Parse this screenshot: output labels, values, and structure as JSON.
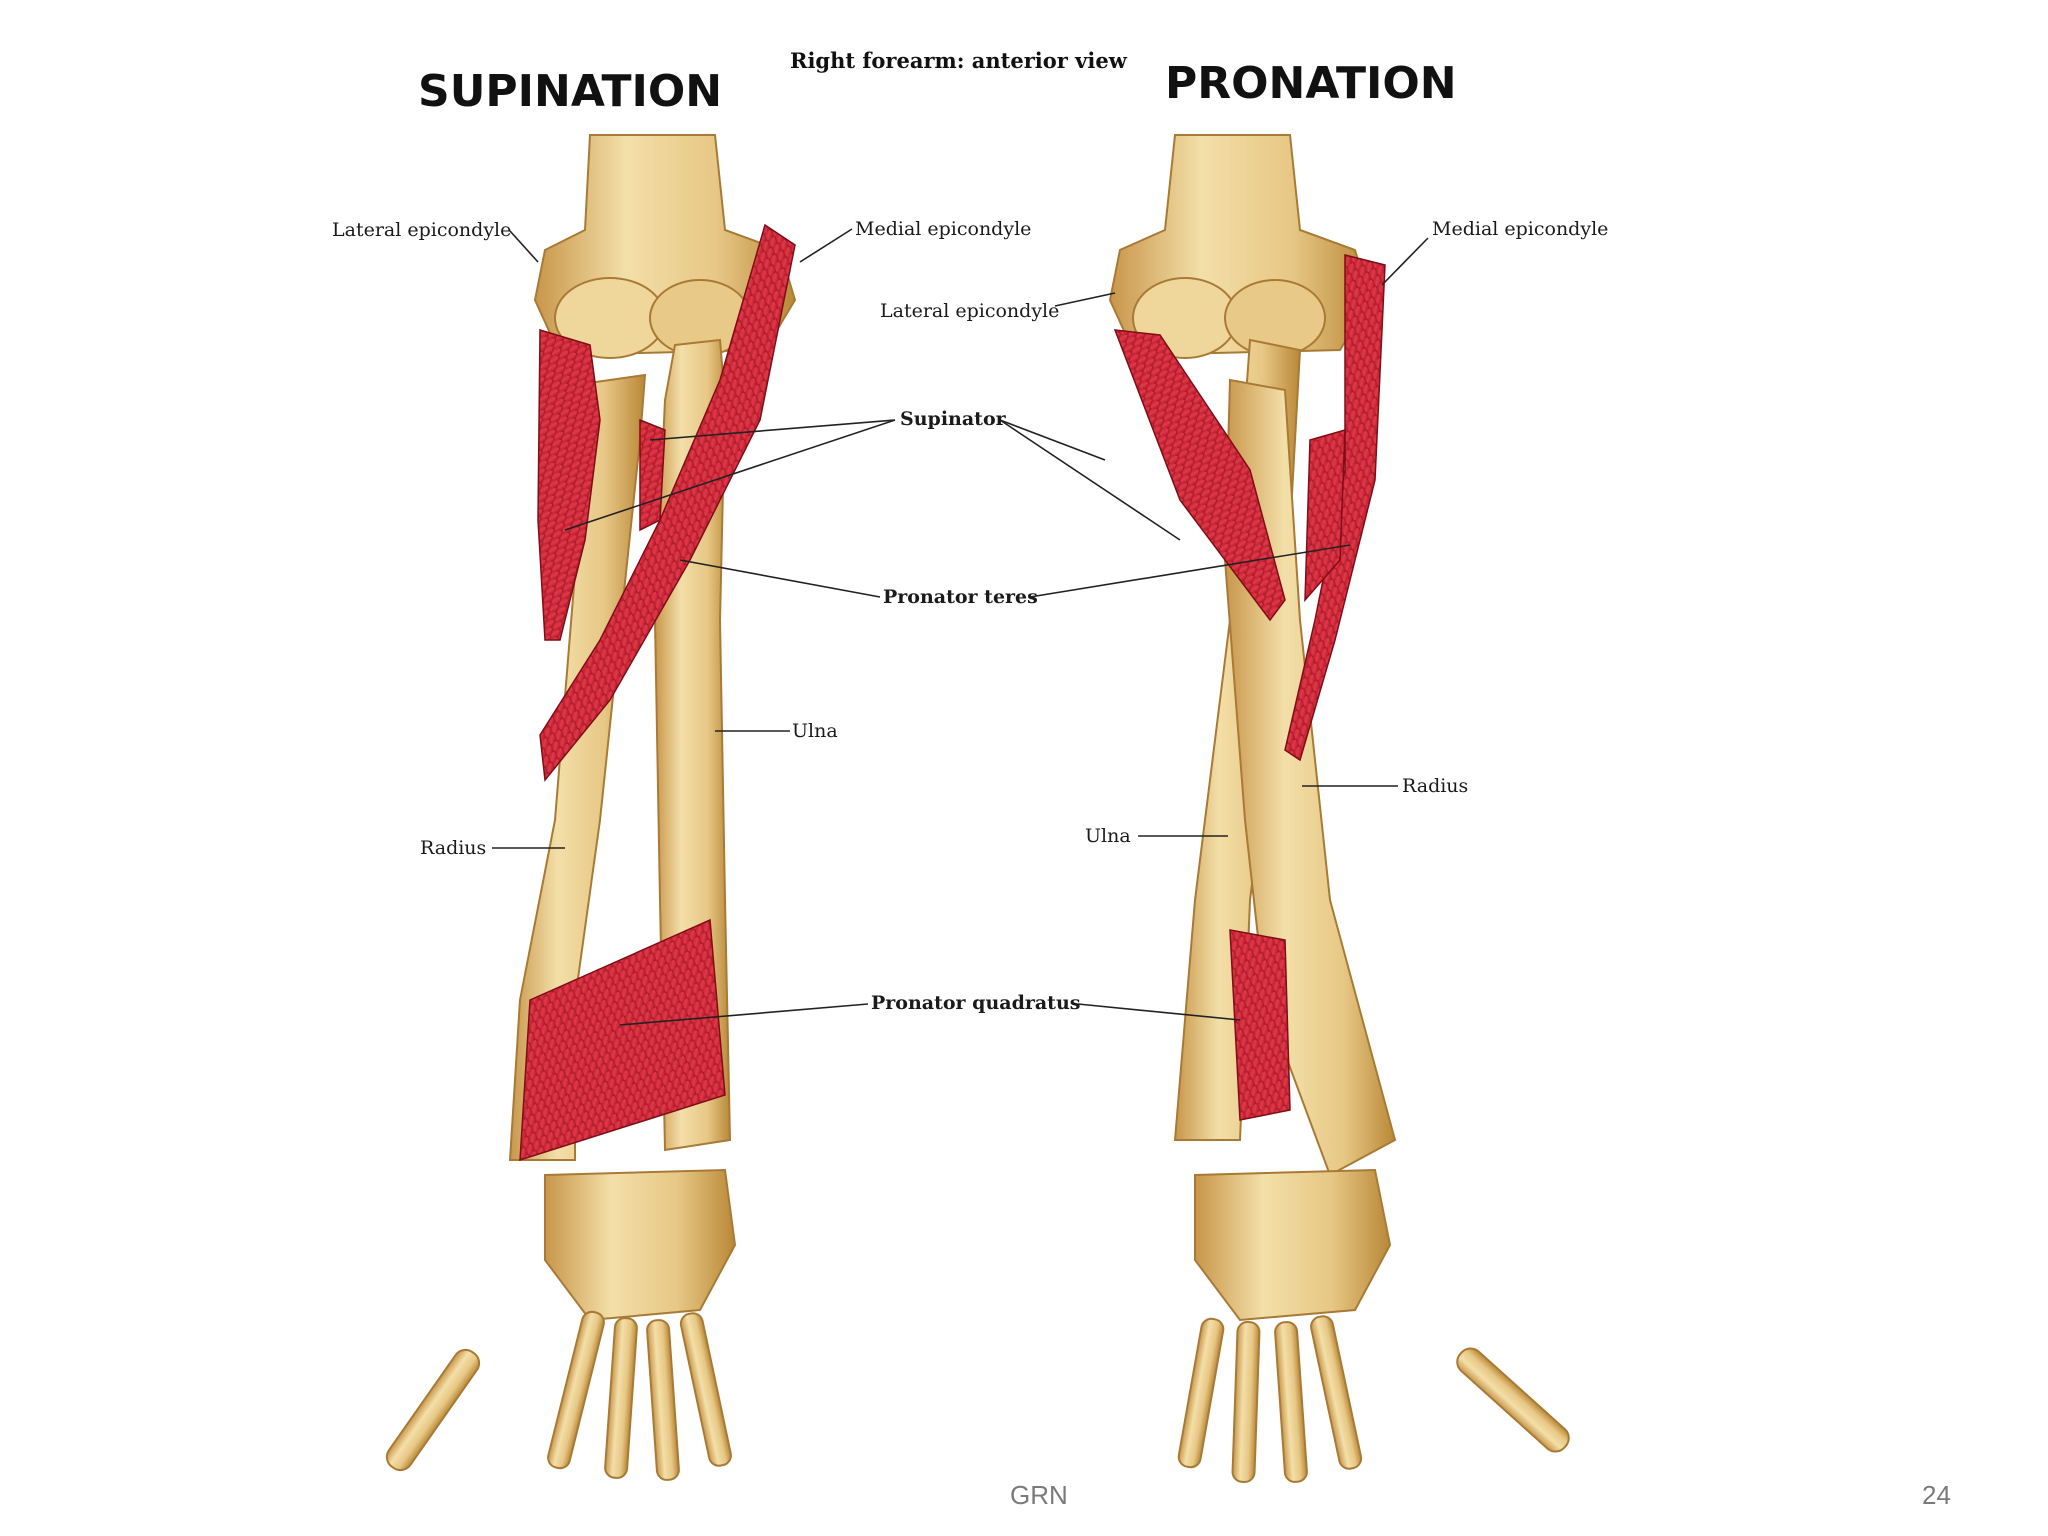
{
  "slide": {
    "subtitle": "Right forearm: anterior view",
    "footer_text": "GRN",
    "page_number": "24"
  },
  "panels": {
    "left": {
      "heading": "SUPINATION",
      "labels": {
        "lateral_epicondyle": "Lateral epicondyle",
        "medial_epicondyle": "Medial epicondyle",
        "radius": "Radius",
        "ulna": "Ulna"
      }
    },
    "right": {
      "heading": "PRONATION",
      "labels": {
        "lateral_epicondyle": "Lateral epicondyle",
        "medial_epicondyle": "Medial epicondyle",
        "radius": "Radius",
        "ulna": "Ulna"
      }
    },
    "shared_labels": {
      "supinator": "Supinator",
      "pronator_teres": "Pronator teres",
      "pronator_quadratus": "Pronator quadratus"
    }
  },
  "colors": {
    "bone": "#e9cd8c",
    "bone_shade": "#c99a4a",
    "muscle": "#d9283a",
    "muscle_dark": "#a3141f",
    "leader_line": "#222222"
  }
}
